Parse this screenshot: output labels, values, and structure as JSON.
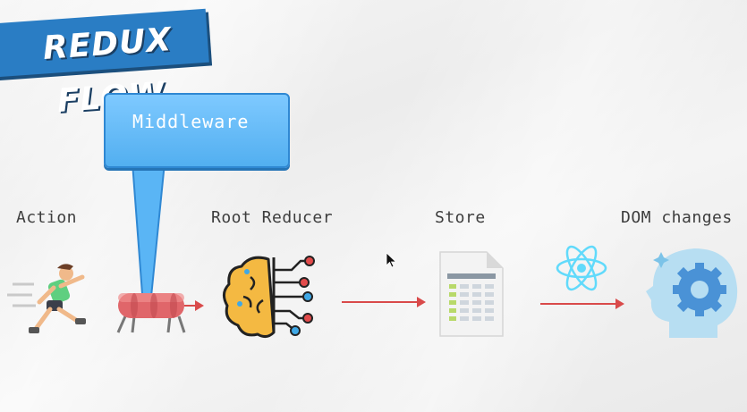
{
  "title": "REDUX FLOW",
  "callout": {
    "text": "Middleware"
  },
  "stages": {
    "action": "Action",
    "root_reducer": "Root Reducer",
    "store": "Store",
    "dom_changes": "DOM changes"
  },
  "colors": {
    "banner": "#2a7dc4",
    "callout": "#5ab5f5",
    "arrow": "#d94a4a",
    "react": "#61dafb"
  },
  "icons": [
    "runner-icon",
    "pipe-icon",
    "brain-circuit-icon",
    "document-icon",
    "react-logo-icon",
    "head-gear-icon",
    "cursor-icon"
  ]
}
